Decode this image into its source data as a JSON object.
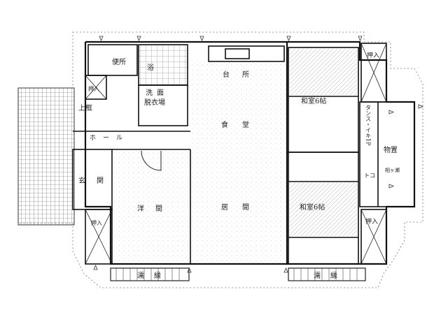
{
  "rooms": {
    "toilet": "便所",
    "bath": "浴",
    "kitchen": "台所",
    "washroom": "洗面",
    "dressing": "脱衣場",
    "closet_top_left": "押入",
    "entrance_step": "上框",
    "hall": "ホール",
    "dining": "食堂",
    "entrance": "玄関",
    "closet_bottom_left": "押入",
    "western": "洋間",
    "living": "居間",
    "washitsu_top": "和室6帖",
    "washitsu_bottom": "和室6帖",
    "closet_right_top": "押入",
    "closet_right_bottom": "押入",
    "tansu": "タンス・イキ1P",
    "storage": "物置",
    "storage_sub": "相ヶ瀬",
    "tokonoma": "トコ",
    "veranda_left": "濡縁",
    "veranda_right": "濡縁"
  }
}
